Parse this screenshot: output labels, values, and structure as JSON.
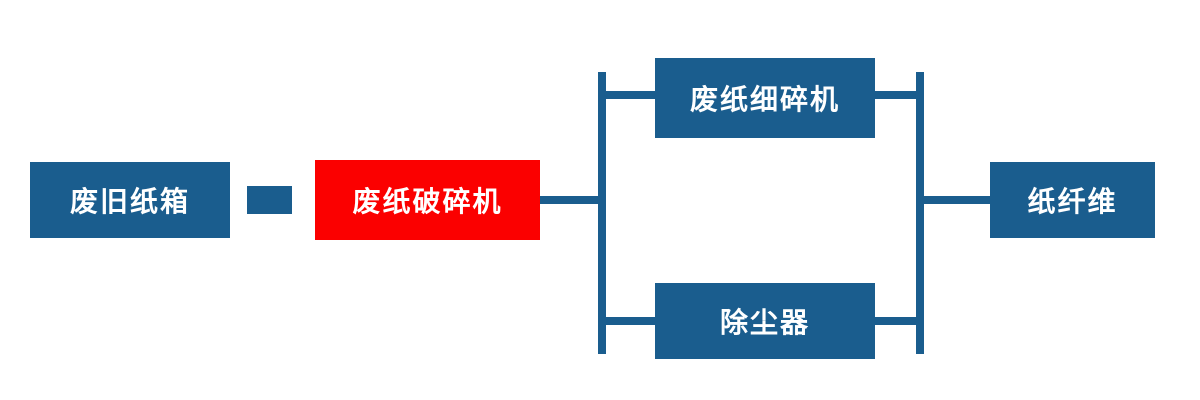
{
  "diagram": {
    "title": "waste-paper-processing-flow",
    "nodes": {
      "waste_box": {
        "label": "废旧纸箱",
        "color": "#1a5d8e"
      },
      "crusher": {
        "label": "废纸破碎机",
        "color": "#fb0000"
      },
      "fine_crusher": {
        "label": "废纸细碎机",
        "color": "#1a5d8e"
      },
      "dust_collector": {
        "label": "除尘器",
        "color": "#1a5d8e"
      },
      "fiber": {
        "label": "纸纤维",
        "color": "#1a5d8e"
      }
    },
    "edges": [
      {
        "from": "waste_box",
        "to": "crusher"
      },
      {
        "from": "crusher",
        "to": "fine_crusher"
      },
      {
        "from": "crusher",
        "to": "dust_collector"
      },
      {
        "from": "fine_crusher",
        "to": "fiber"
      },
      {
        "from": "dust_collector",
        "to": "fiber"
      }
    ],
    "colors": {
      "primary_blue": "#1a5d8e",
      "highlight_red": "#fb0000",
      "text": "#ffffff",
      "background": "#ffffff"
    }
  }
}
